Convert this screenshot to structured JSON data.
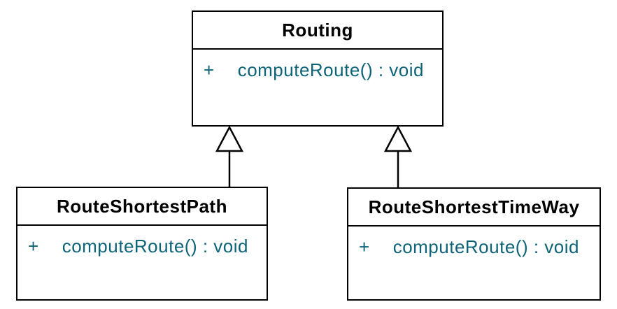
{
  "diagram": {
    "type": "uml-class-diagram",
    "colors": {
      "background": "#ffffff",
      "border": "#000000",
      "title_text": "#000000",
      "member_text": "#0d6478"
    },
    "classes": [
      {
        "name": "Routing",
        "methods": [
          {
            "visibility": "+",
            "signature": "computeRoute() : void"
          }
        ]
      },
      {
        "name": "RouteShortestPath",
        "methods": [
          {
            "visibility": "+",
            "signature": "computeRoute() : void"
          }
        ]
      },
      {
        "name": "RouteShortestTimeWay",
        "methods": [
          {
            "visibility": "+",
            "signature": "computeRoute() : void"
          }
        ]
      }
    ],
    "relationships": [
      {
        "type": "generalization",
        "from": "RouteShortestPath",
        "to": "Routing"
      },
      {
        "type": "generalization",
        "from": "RouteShortestTimeWay",
        "to": "Routing"
      }
    ]
  }
}
